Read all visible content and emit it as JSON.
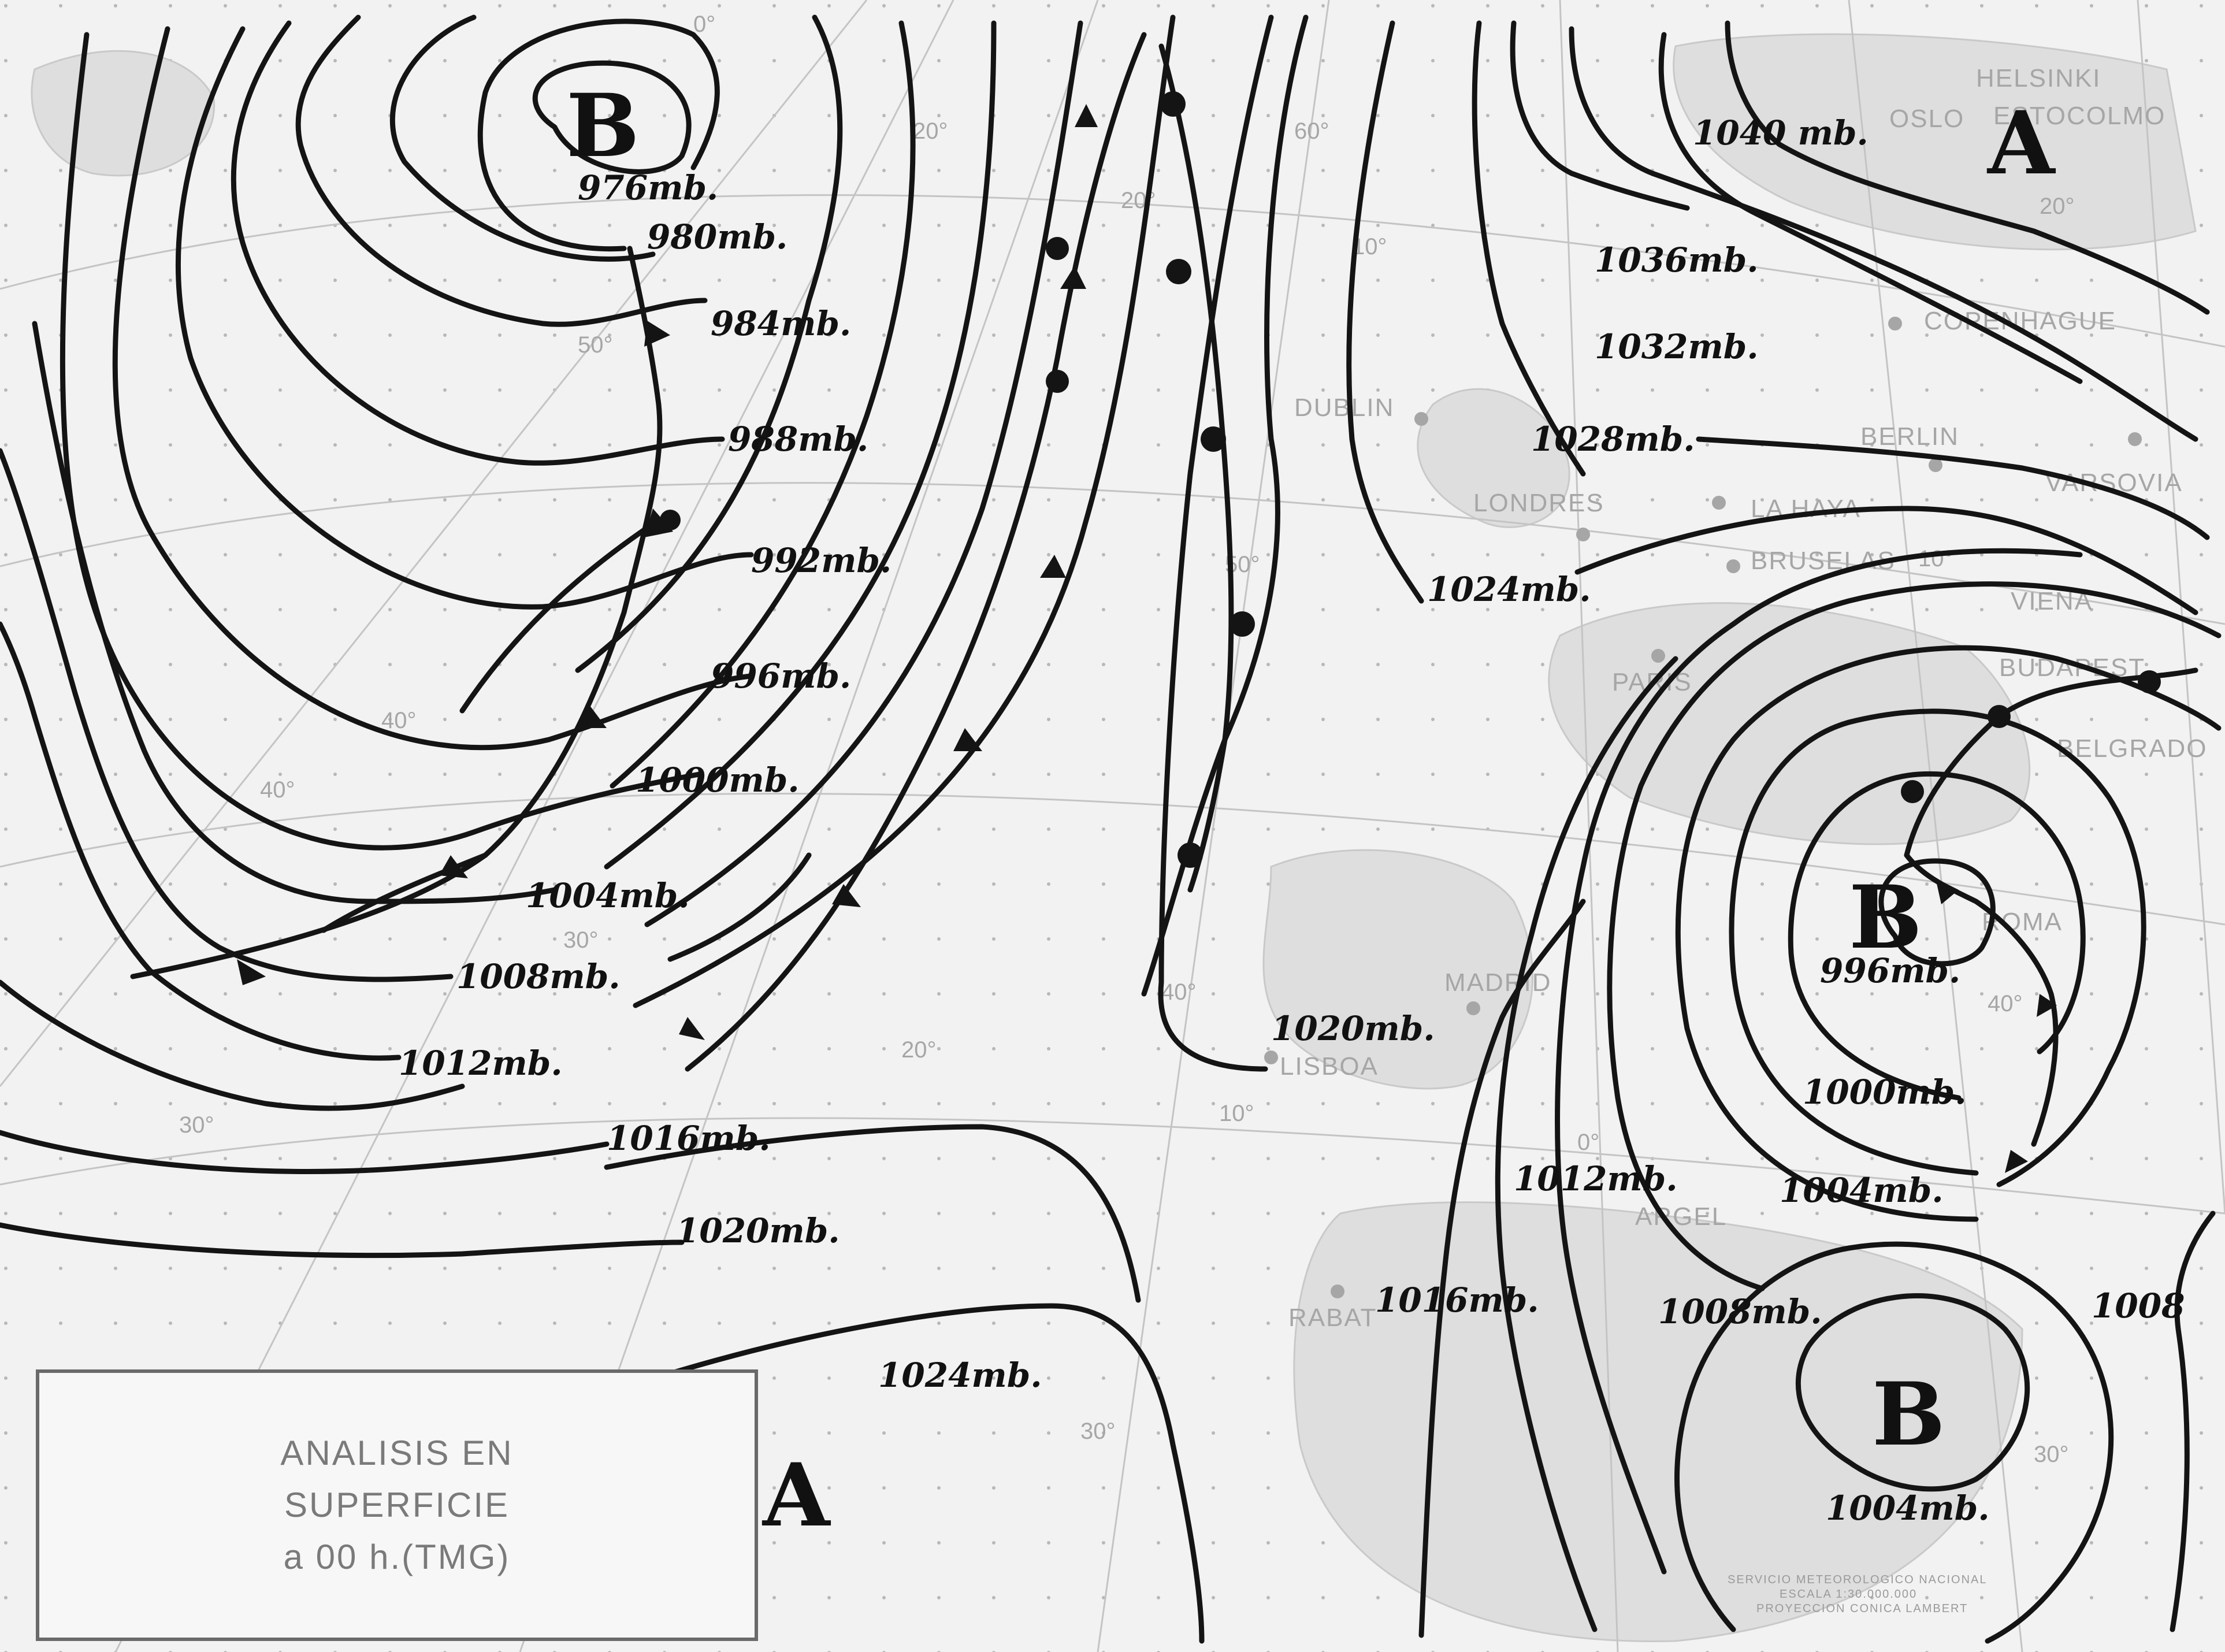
{
  "legend": {
    "line1": "ANALISIS EN",
    "line2": "SUPERFICIE",
    "line3": "a 00 h.(TMG)"
  },
  "pressure_centers": [
    {
      "type": "B",
      "label": "976mb."
    },
    {
      "type": "A",
      "label": "1040 mb."
    },
    {
      "type": "B",
      "label": "996mb."
    },
    {
      "type": "B",
      "label": "1004mb."
    },
    {
      "type": "A",
      "label": ""
    }
  ],
  "isobar_labels": [
    "980mb.",
    "984mb.",
    "988mb.",
    "992mb.",
    "996mb.",
    "1000mb.",
    "1004mb.",
    "1008mb.",
    "1012mb.",
    "1016mb.",
    "1020mb.",
    "1024mb.",
    "1036mb.",
    "1032mb.",
    "1028mb.",
    "1024mb.",
    "1020mb.",
    "1012mb.",
    "1016mb.",
    "1008mb.",
    "1000mb.",
    "1004mb.",
    "1008"
  ],
  "cities": [
    "HELSINKI",
    "OSLO",
    "ESTOCOLMO",
    "COPENHAGUE",
    "DUBLIN",
    "LONDRES",
    "LA HAYA",
    "BERLIN",
    "VARSOVIA",
    "BRUSELAS",
    "PARIS",
    "VIENA",
    "BUDAPEST",
    "BELGRADO",
    "MADRID",
    "LISBOA",
    "ROMA",
    "ARGEL",
    "RABAT"
  ],
  "grid_labels": [
    "0°",
    "20°",
    "60°",
    "10°",
    "50°",
    "20°",
    "50°",
    "40°",
    "40°",
    "30°",
    "20°",
    "10°",
    "40°",
    "0°",
    "30°",
    "30°",
    "20°",
    "40°",
    "30°",
    "10°"
  ],
  "credit": {
    "line1": "SERVICIO METEOROLOGICO NACIONAL",
    "line2": "ESCALA 1:30.000.000",
    "line3": "PROYECCION CONICA LAMBERT"
  }
}
